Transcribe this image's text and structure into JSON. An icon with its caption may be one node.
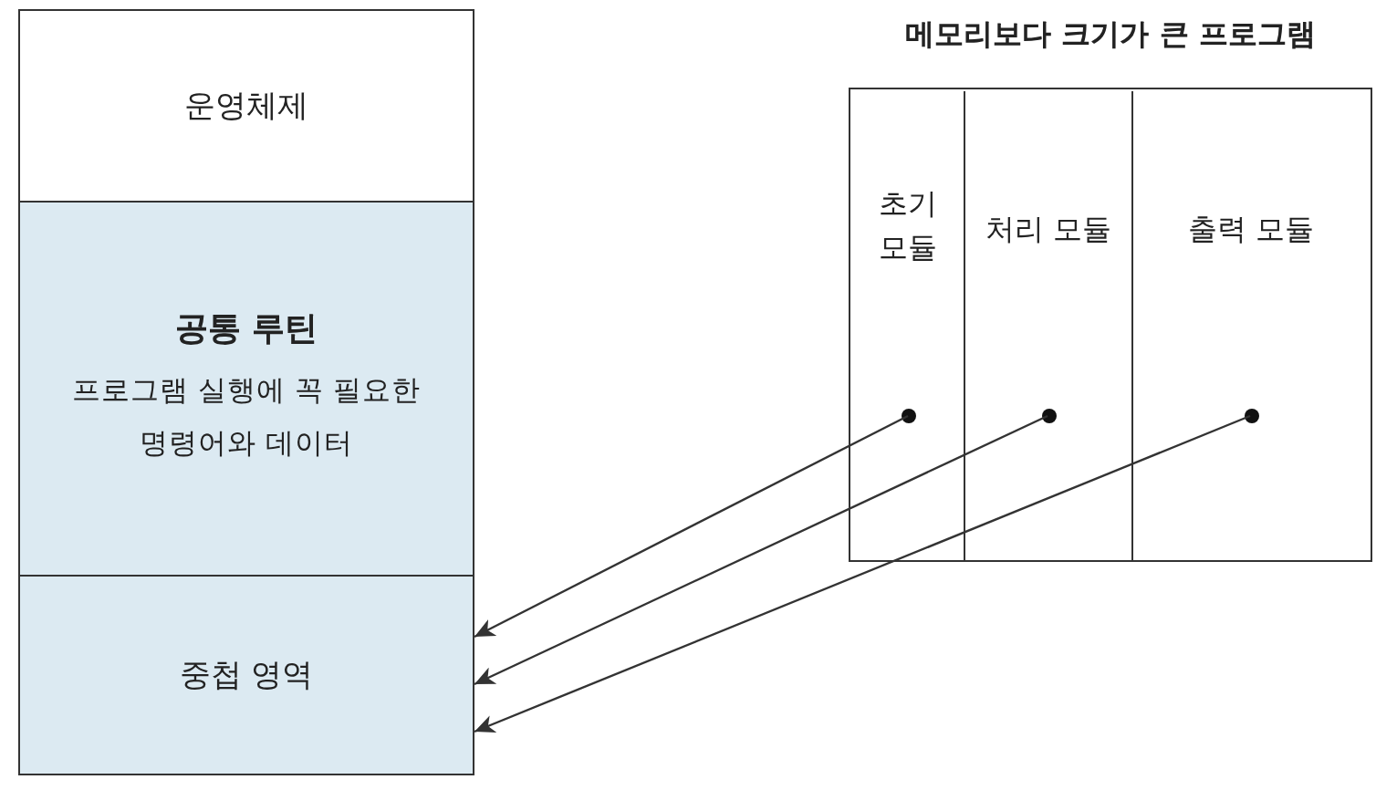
{
  "diagram": {
    "nodes": [
      {
        "text": [
          "운영체제"
        ]
      },
      {
        "text": [
          "공통 루틴",
          "프로그램 실행에 꼭 필요한 명령어와 데이터"
        ]
      },
      {
        "text": [
          "중첩 영역"
        ]
      },
      {
        "text": [
          "메모리보다 크기가 큰 프로그램"
        ]
      },
      {
        "text": [
          "초기 모듈"
        ],
        "in": 3
      },
      {
        "text": [
          "처리 모듈"
        ],
        "in": 3
      },
      {
        "text": [
          "출력 모듈"
        ],
        "in": 3
      }
    ],
    "edges": [
      {
        "from": 4,
        "to": 2,
        "arrow": "to"
      },
      {
        "from": 5,
        "to": 2,
        "arrow": "to"
      },
      {
        "from": 6,
        "to": 2,
        "arrow": "to"
      }
    ]
  }
}
